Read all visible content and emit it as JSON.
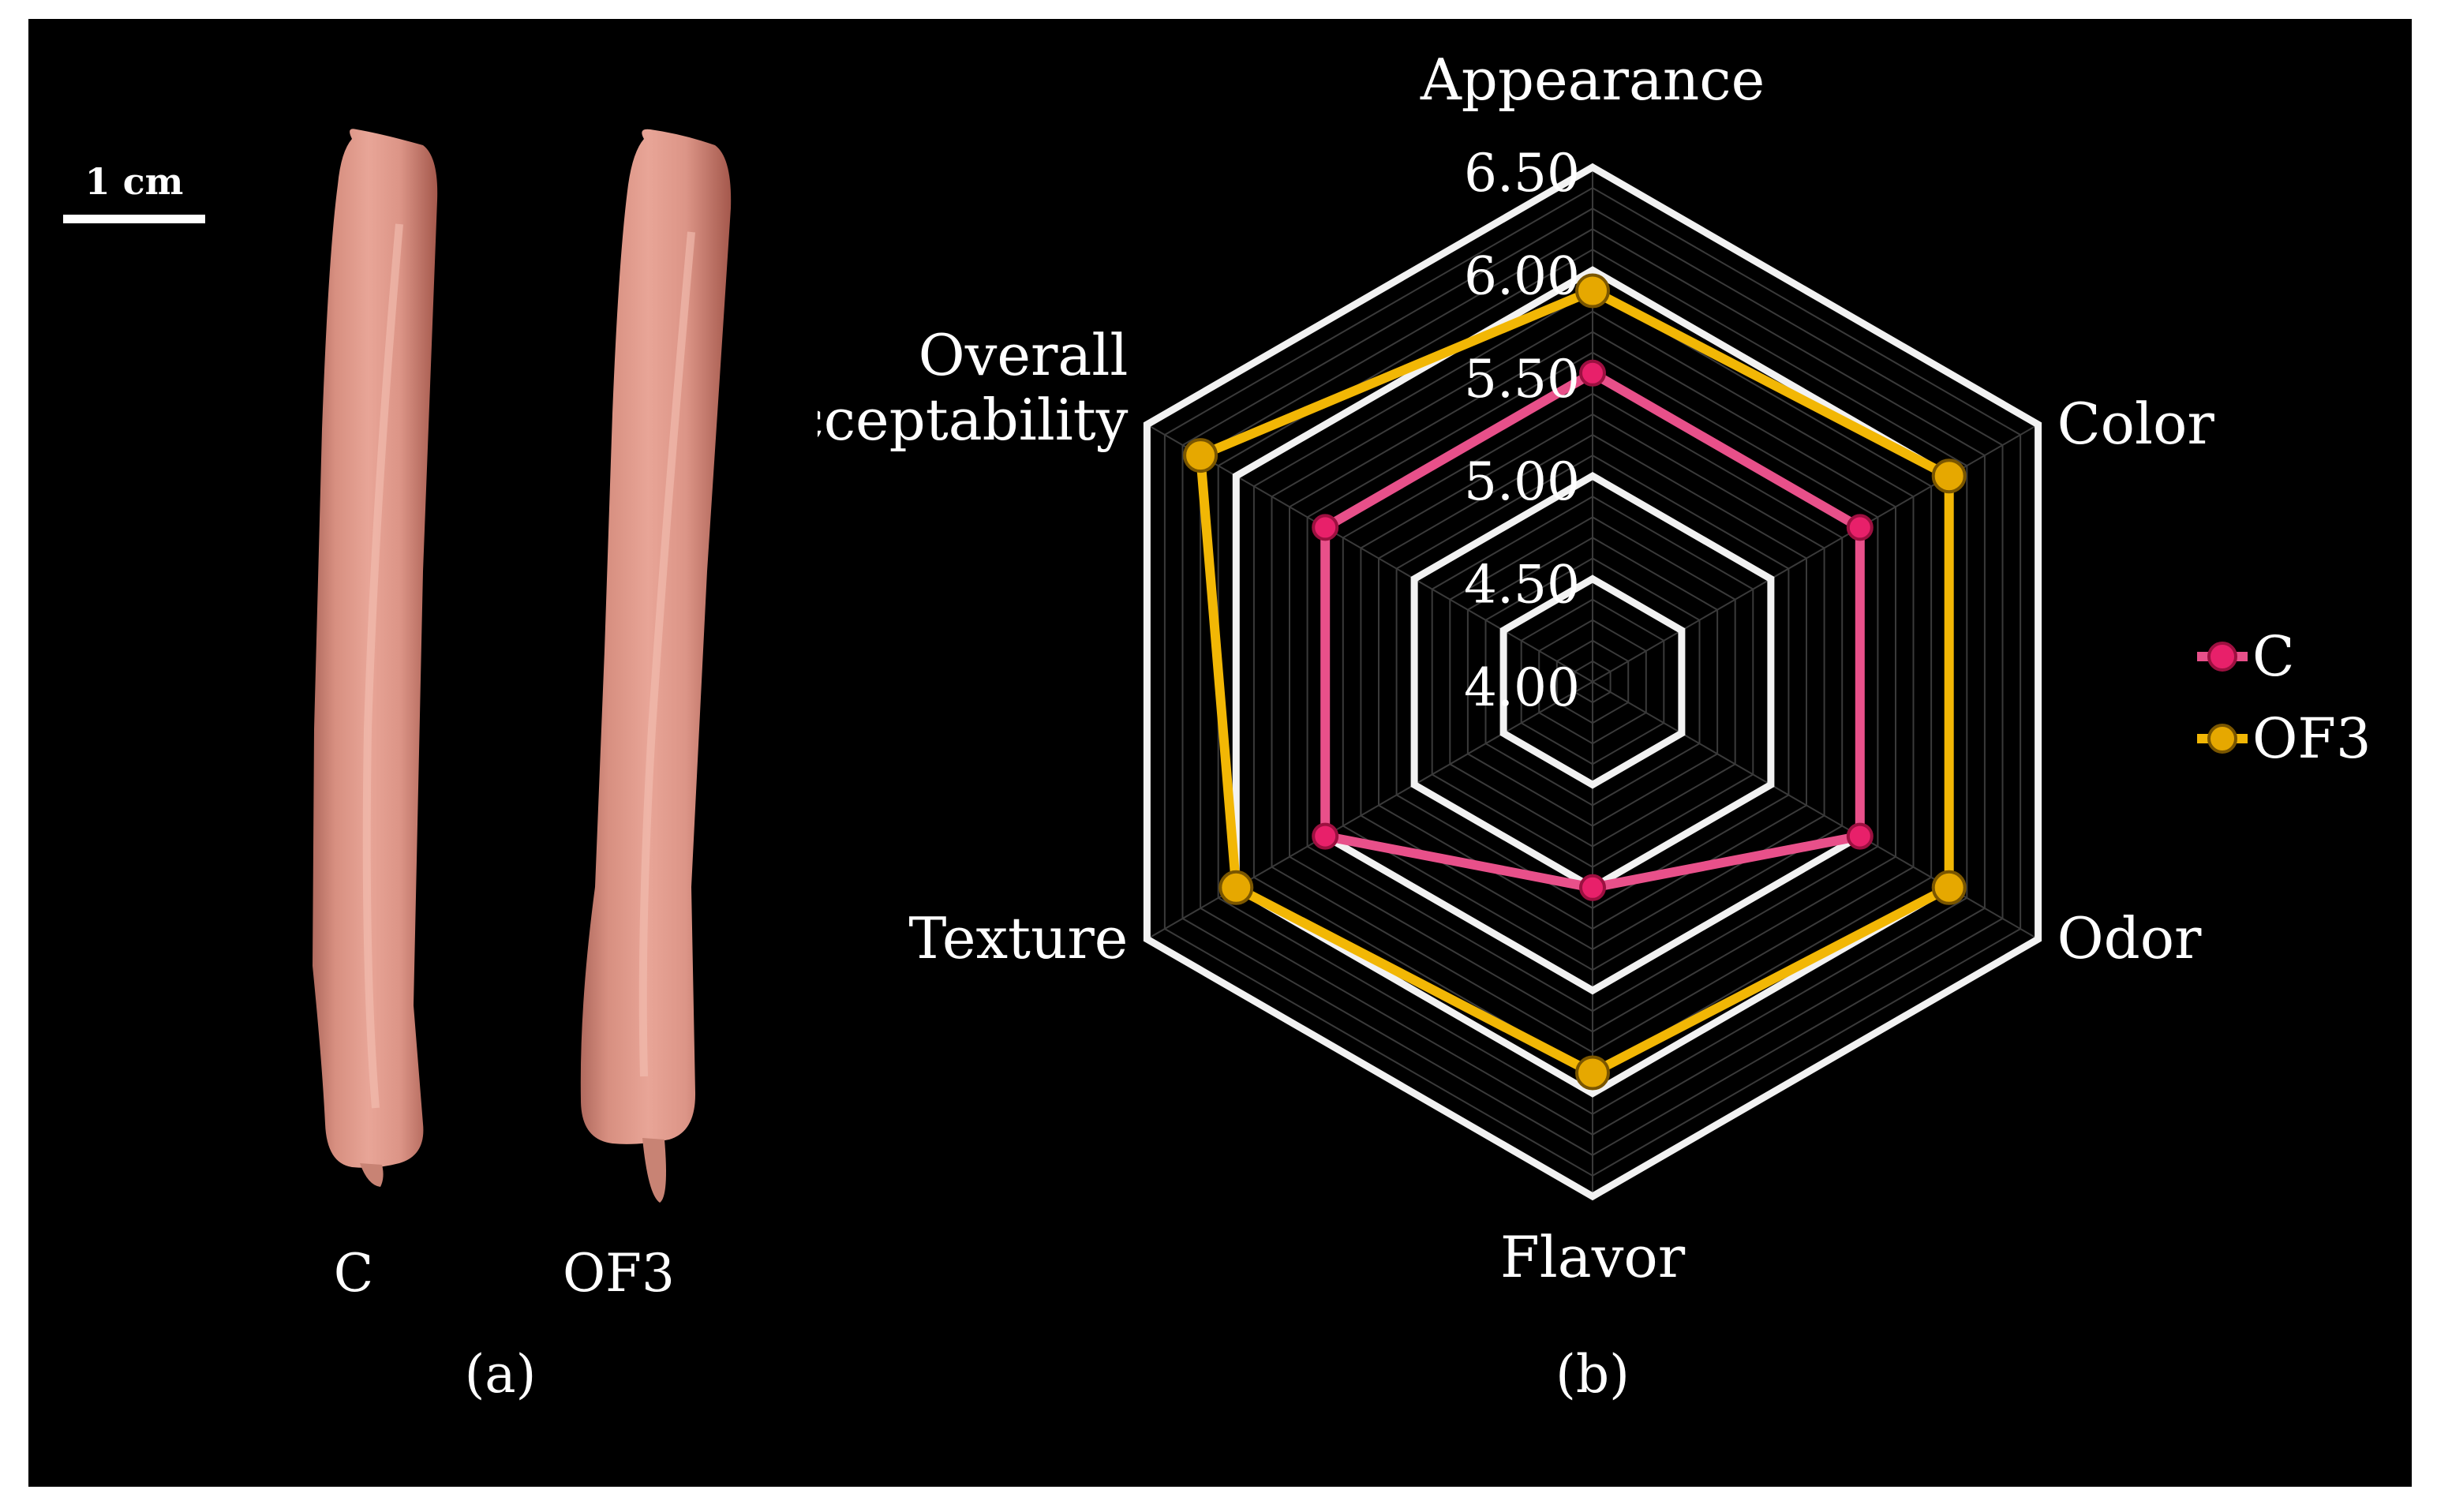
{
  "panel_a": {
    "scale_bar_label": "1 cm",
    "sausage_labels": [
      "C",
      "OF3"
    ],
    "caption": "(a)"
  },
  "panel_b": {
    "caption": "(b)"
  },
  "chart_data": {
    "type": "radar",
    "title": "",
    "axes": [
      "Appearance",
      "Color",
      "Odor",
      "Flavor",
      "Texture",
      "Overall acceptability"
    ],
    "axis_label_lines": {
      "Appearance": [
        "Appearance"
      ],
      "Color": [
        "Color"
      ],
      "Odor": [
        "Odor"
      ],
      "Flavor": [
        "Flavor"
      ],
      "Texture": [
        "Texture"
      ],
      "Overall acceptability": [
        "Overall",
        "acceptability"
      ]
    },
    "range": [
      4.0,
      6.5
    ],
    "ticks": [
      "4.00",
      "4.50",
      "5.00",
      "5.50",
      "6.00",
      "6.50"
    ],
    "tick_values": [
      4.0,
      4.5,
      5.0,
      5.5,
      6.0,
      6.5
    ],
    "grid": true,
    "legend_position": "right",
    "series": [
      {
        "name": "C",
        "color": "#e8508a",
        "marker_fill": "#e8206a",
        "values": [
          5.5,
          5.5,
          5.5,
          5.0,
          5.5,
          5.5
        ]
      },
      {
        "name": "OF3",
        "color": "#f2b705",
        "marker_fill": "#e6a800",
        "values": [
          5.9,
          6.0,
          6.0,
          5.9,
          6.0,
          6.2
        ]
      }
    ]
  }
}
